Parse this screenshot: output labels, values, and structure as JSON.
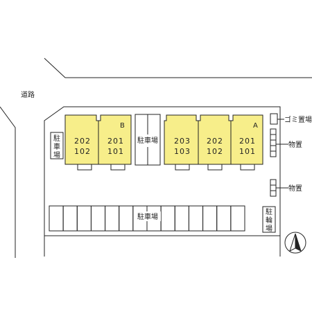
{
  "road_label": "道路",
  "parking_side": {
    "label": [
      "駐",
      "車",
      "場"
    ]
  },
  "parking_center": {
    "label": "駐車場"
  },
  "parking_bottom": {
    "label": "駐車場"
  },
  "bicycle_parking": {
    "label": [
      "駐",
      "輪",
      "場"
    ]
  },
  "garbage_area": {
    "label": "ゴミ置場"
  },
  "storage_upper": {
    "label": "物置"
  },
  "storage_lower": {
    "label": "物置"
  },
  "building_b": {
    "letter": "B",
    "units": [
      {
        "top": "202",
        "bottom": "102"
      },
      {
        "top": "201",
        "bottom": "101"
      }
    ]
  },
  "building_a": {
    "letter": "A",
    "units": [
      {
        "top": "203",
        "bottom": "103"
      },
      {
        "top": "202",
        "bottom": "102"
      },
      {
        "top": "201",
        "bottom": "101"
      }
    ]
  },
  "colors": {
    "unit_fill": "#f7ee8a",
    "line": "#222222",
    "background": "#ffffff"
  },
  "icons": {
    "north_arrow": "north-arrow-icon"
  }
}
